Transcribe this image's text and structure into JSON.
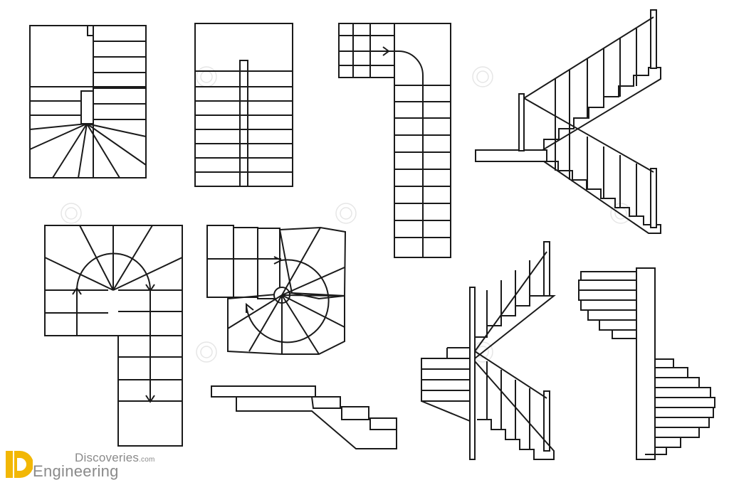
{
  "logo": {
    "line1": "Discoveries",
    "line1_suffix": ".com",
    "line2": "Engineering"
  },
  "colors": {
    "line": "#1a1a1a",
    "logo_yellow": "#f2b705",
    "logo_text": "#8a8a8a"
  }
}
